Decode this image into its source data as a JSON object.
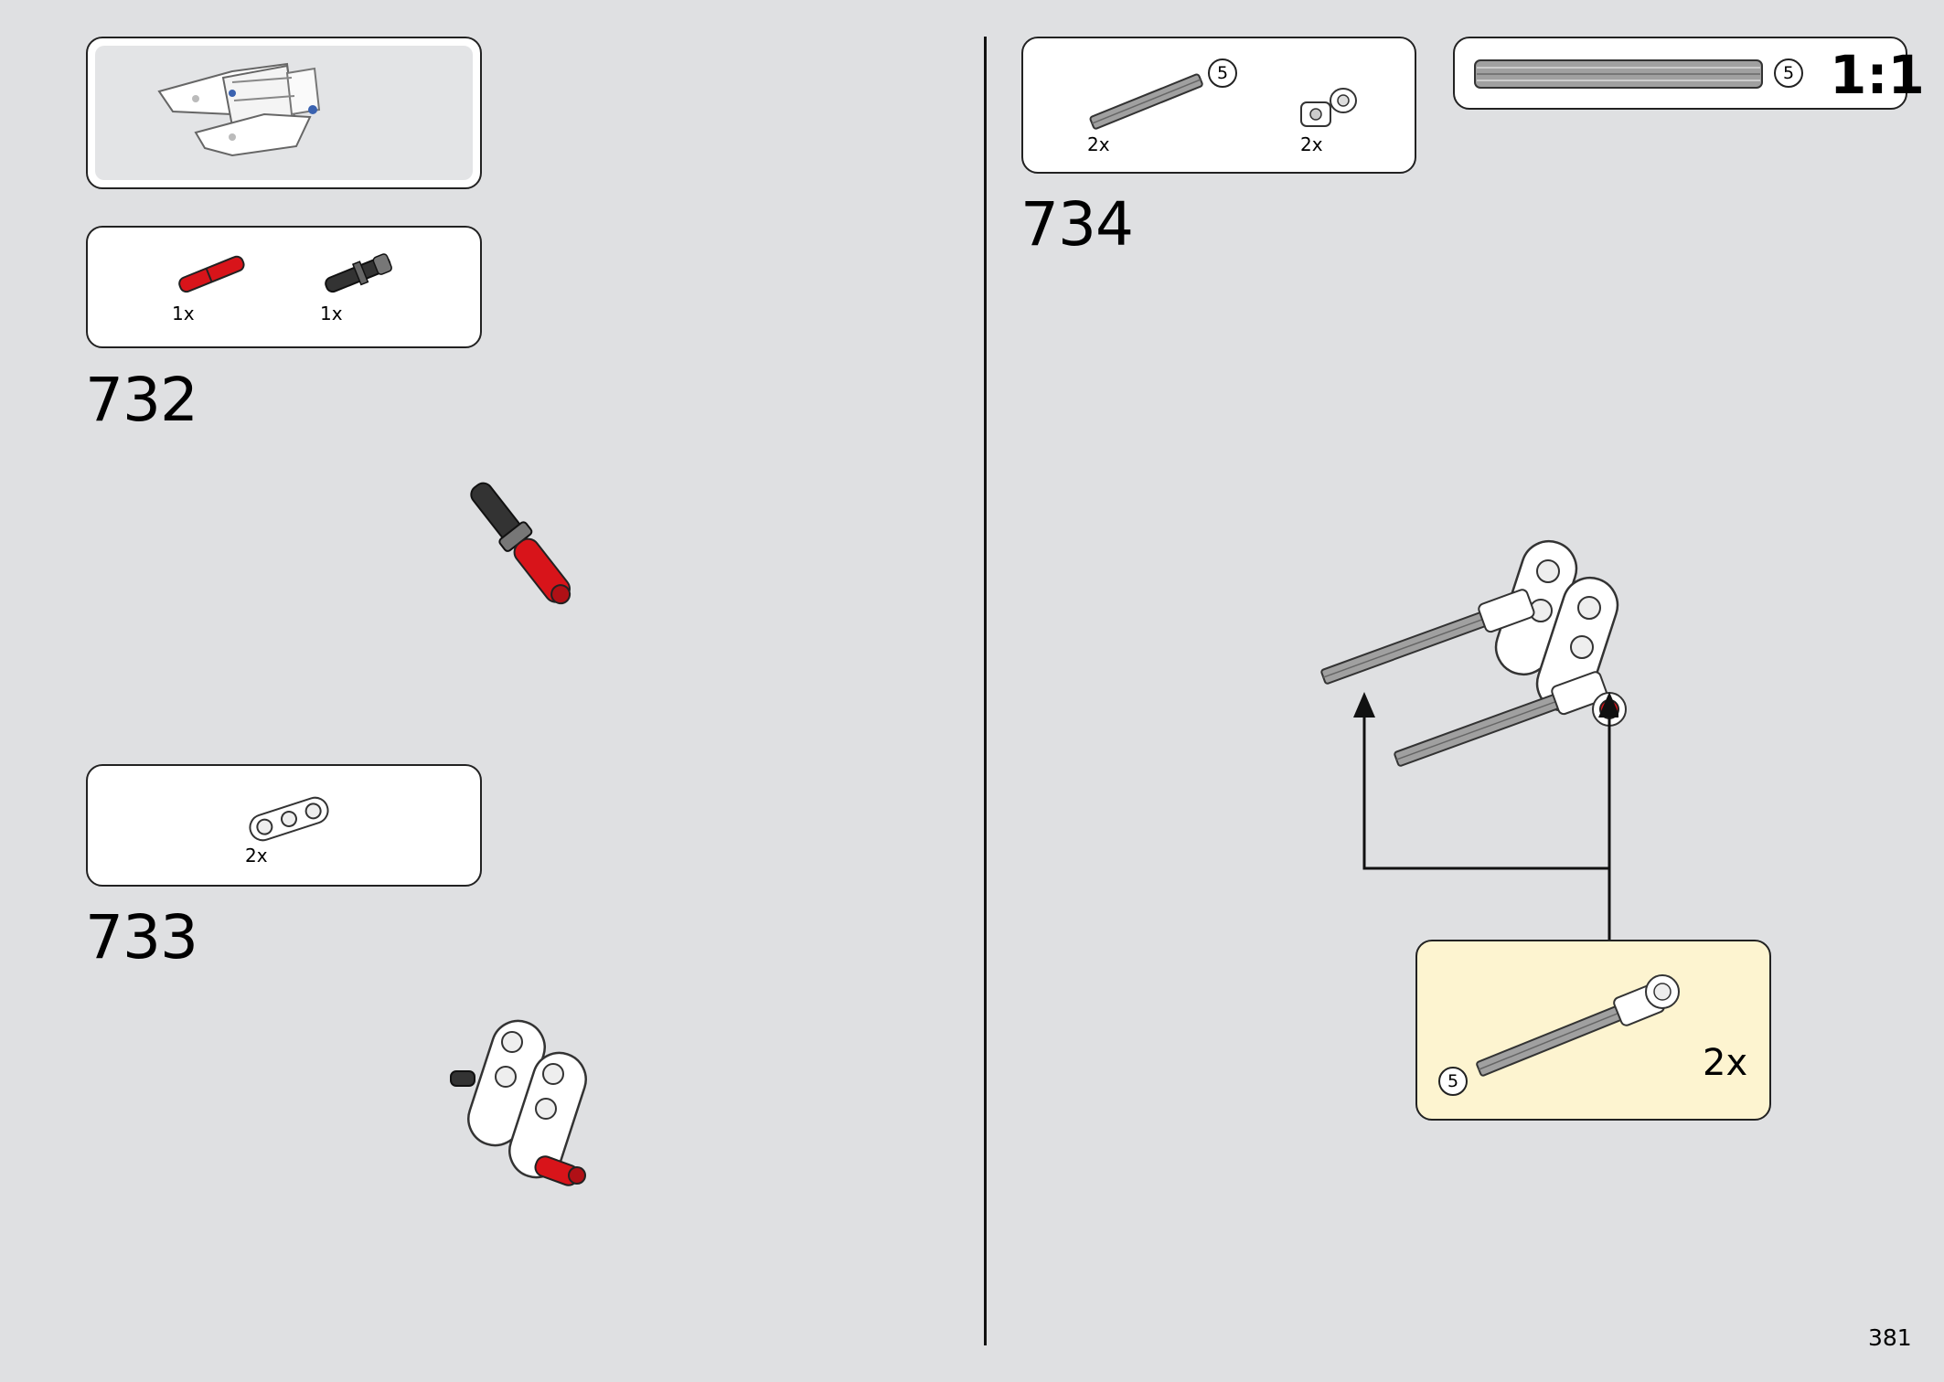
{
  "steps": [
    {
      "number": "732",
      "parts": [
        {
          "qty": "1x",
          "part_icon": "red-axle-pin"
        },
        {
          "qty": "1x",
          "part_icon": "black-axle-pin"
        }
      ]
    },
    {
      "number": "733",
      "parts": [
        {
          "qty": "2x",
          "part_icon": "white-beam-3"
        }
      ]
    },
    {
      "number": "734",
      "parts": [
        {
          "qty": "2x",
          "part_icon": "grey-axle-5",
          "length": "5"
        },
        {
          "qty": "2x",
          "part_icon": "white-axle-connector"
        }
      ]
    }
  ],
  "scale_box": {
    "ratio": "1:1",
    "length": "5"
  },
  "subassembly": {
    "length": "5",
    "multiplier": "2x"
  },
  "page_number": "381",
  "colors": {
    "background": "#dfe0e2",
    "callout": "#fdf4d0",
    "red_part": "#d8141a",
    "grey_part": "#a0a0a0"
  }
}
